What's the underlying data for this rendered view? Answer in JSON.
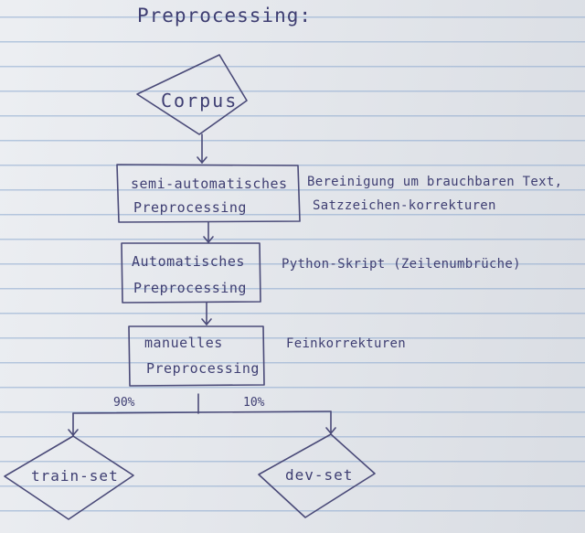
{
  "title": "Preprocessing:",
  "start_node": {
    "label": "Corpus"
  },
  "steps": [
    {
      "line1": "semi-automatisches",
      "line2": "Preprocessing",
      "note": "Bereinigung um brauchbaren Text,",
      "note2": "Satzzeichen-korrekturen"
    },
    {
      "line1": "Automatisches",
      "line2": "Preprocessing",
      "note": "Python-Skript (Zeilenumbrüche)"
    },
    {
      "line1": "manuelles",
      "line2": "Preprocessing",
      "note": "Feinkorrekturen"
    }
  ],
  "split": {
    "left_percent": "90%",
    "right_percent": "10%"
  },
  "outputs": [
    {
      "label": "train-set"
    },
    {
      "label": "dev-set"
    }
  ],
  "colors": {
    "ink": "#3e3e72",
    "paper": "#e6e9ee",
    "ruled_line": "#87a5cd"
  }
}
